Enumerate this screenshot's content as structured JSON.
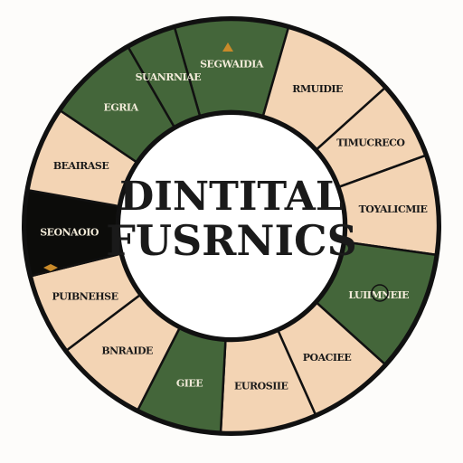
{
  "diagram": {
    "center": {
      "line1": "DINTITAL",
      "line2": "FUSRNICS"
    },
    "colors": {
      "green": "#44663a",
      "tan": "#f3d4b4",
      "black": "#0c0c0a",
      "ring": "#111111",
      "center_fill": "#ffffff",
      "text_dark": "#1a1a1a",
      "text_light": "#f1ead8",
      "marker": "#c98a2a"
    },
    "segments": [
      {
        "label": "SEGWAIDIA",
        "fill": "green"
      },
      {
        "label": "RMUIDIE",
        "fill": "tan"
      },
      {
        "label": "TIMUCRECO",
        "fill": "tan"
      },
      {
        "label": "TOYALICMIE",
        "fill": "tan"
      },
      {
        "label": "LUIIMNEIE",
        "fill": "green"
      },
      {
        "label": "POACIEE",
        "fill": "tan"
      },
      {
        "label": "EUROSIIE",
        "fill": "tan"
      },
      {
        "label": "GIEE",
        "fill": "green"
      },
      {
        "label": "BNRAIDE",
        "fill": "tan"
      },
      {
        "label": "PUIBNEHSE",
        "fill": "tan"
      },
      {
        "label": "SEONAOIO",
        "fill": "black"
      },
      {
        "label": "BEAIRASE",
        "fill": "tan"
      },
      {
        "label": "EGRIA",
        "fill": "green"
      },
      {
        "label": "SUANRNIAE",
        "fill": "green"
      }
    ]
  }
}
